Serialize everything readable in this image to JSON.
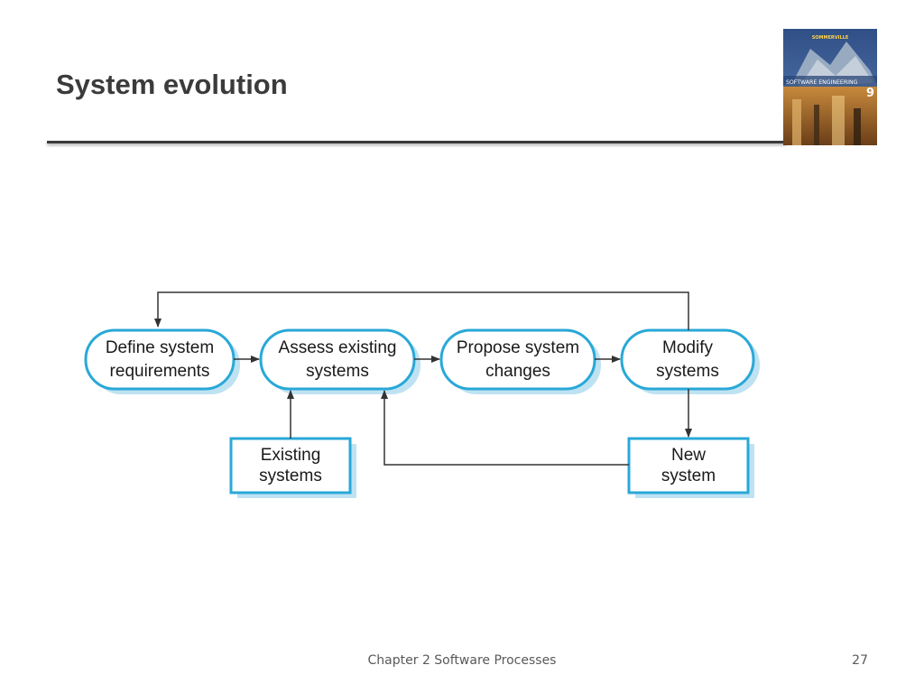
{
  "slide": {
    "title": "System evolution",
    "footer": "Chapter 2 Software Processes",
    "page_number": "27"
  },
  "book_cover": {
    "author": "SOMMERVILLE",
    "title": "SOFTWARE ENGINEERING",
    "edition": "9"
  },
  "diagram": {
    "processes": {
      "define": [
        "Define system",
        "requirements"
      ],
      "assess": [
        "Assess existing",
        "systems"
      ],
      "propose": [
        "Propose system",
        "changes"
      ],
      "modify": [
        "Modify",
        "systems"
      ]
    },
    "documents": {
      "existing": [
        "Existing",
        "systems"
      ],
      "new": [
        "New",
        "system"
      ]
    }
  },
  "colors": {
    "box_border": "#29a8d8",
    "box_shadow": "#bfe2f2",
    "arrow": "#333333",
    "title": "#3b3b3b"
  }
}
